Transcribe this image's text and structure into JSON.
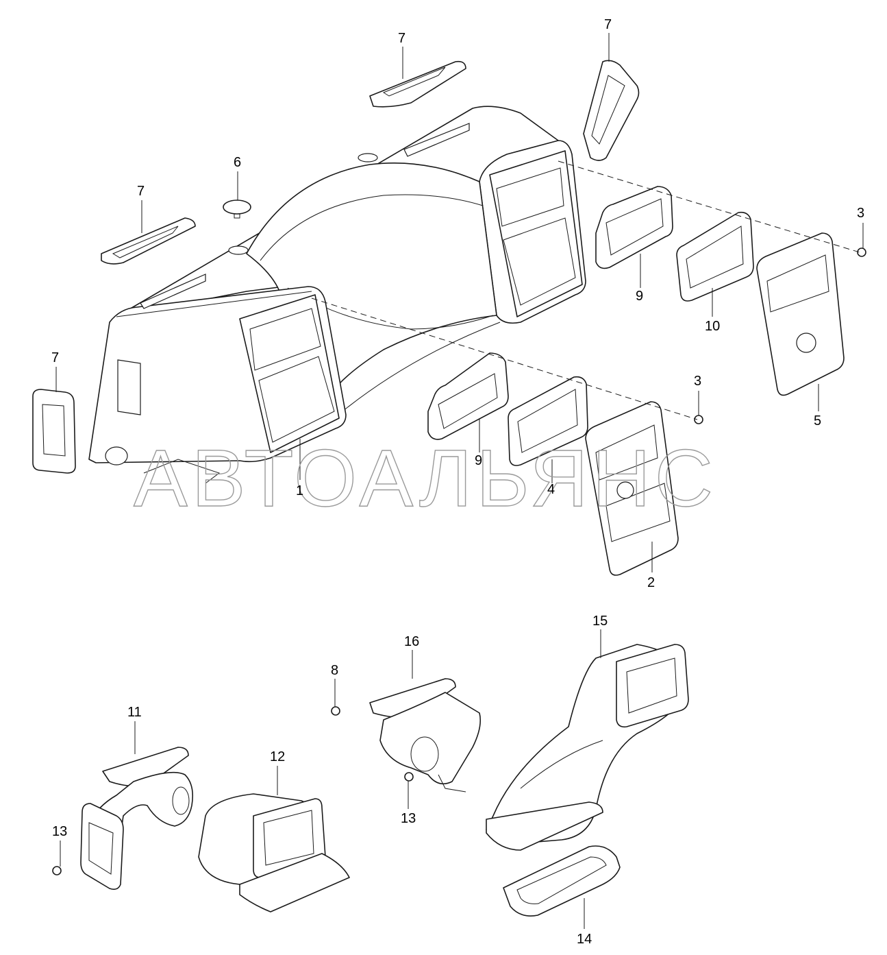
{
  "watermark": "АВТОАЛЬЯНС",
  "callouts": [
    {
      "id": "c1",
      "label": "1"
    },
    {
      "id": "c2",
      "label": "2"
    },
    {
      "id": "c3a",
      "label": "3"
    },
    {
      "id": "c3b",
      "label": "3"
    },
    {
      "id": "c4",
      "label": "4"
    },
    {
      "id": "c5",
      "label": "5"
    },
    {
      "id": "c6",
      "label": "6"
    },
    {
      "id": "c7a",
      "label": "7"
    },
    {
      "id": "c7b",
      "label": "7"
    },
    {
      "id": "c7c",
      "label": "7"
    },
    {
      "id": "c7d",
      "label": "7"
    },
    {
      "id": "c8",
      "label": "8"
    },
    {
      "id": "c9a",
      "label": "9"
    },
    {
      "id": "c9b",
      "label": "9"
    },
    {
      "id": "c10",
      "label": "10"
    },
    {
      "id": "c11",
      "label": "11"
    },
    {
      "id": "c12",
      "label": "12"
    },
    {
      "id": "c13a",
      "label": "13"
    },
    {
      "id": "c13b",
      "label": "13"
    },
    {
      "id": "c14",
      "label": "14"
    },
    {
      "id": "c15",
      "label": "15"
    },
    {
      "id": "c16",
      "label": "16"
    }
  ]
}
